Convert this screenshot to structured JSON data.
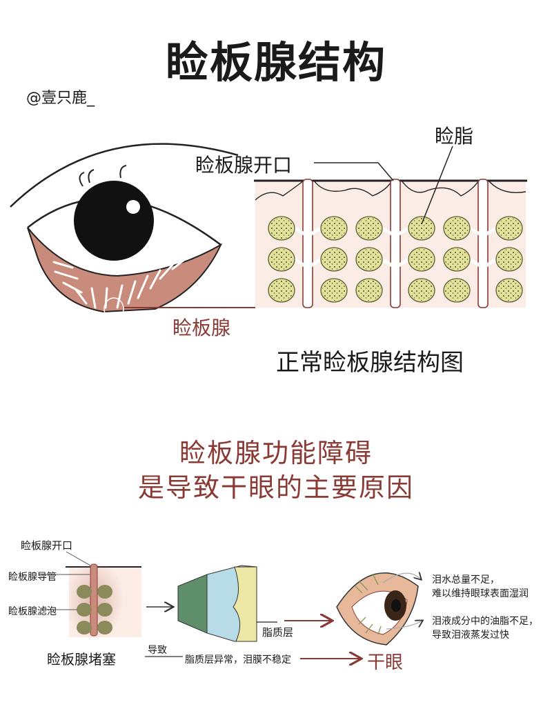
{
  "title": "睑板腺结构",
  "author": "@壹只鹿_",
  "top_labels": {
    "opening": "睑板腺开口",
    "lipid": "睑脂",
    "gland": "睑板腺",
    "caption": "正常睑板腺结构图"
  },
  "headline": {
    "line1": "睑板腺功能障碍",
    "line2": "是导致干眼的主要原因"
  },
  "bottom_labels": {
    "opening": "睑板腺开口",
    "duct": "睑板腺导管",
    "acinus": "睑板腺滤泡",
    "lipid_layer": "脂质层",
    "blockage": "睑板腺堵塞",
    "leads_to": "导致",
    "abnormal": "脂质层异常，泪膜不稳定",
    "dry_eye": "干眼",
    "note1_a": "泪水总量不足，",
    "note1_b": "难以维持眼球表面湿润",
    "note2_a": "泪液成分中的油脂不足，",
    "note2_b": "导致泪液蒸发过快"
  },
  "colors": {
    "accent_red": "#8a3a34",
    "gland_pink": "#c98b7c",
    "tissue_bg": "#fbece6",
    "lipid_yellow": "#e3e29a"
  }
}
